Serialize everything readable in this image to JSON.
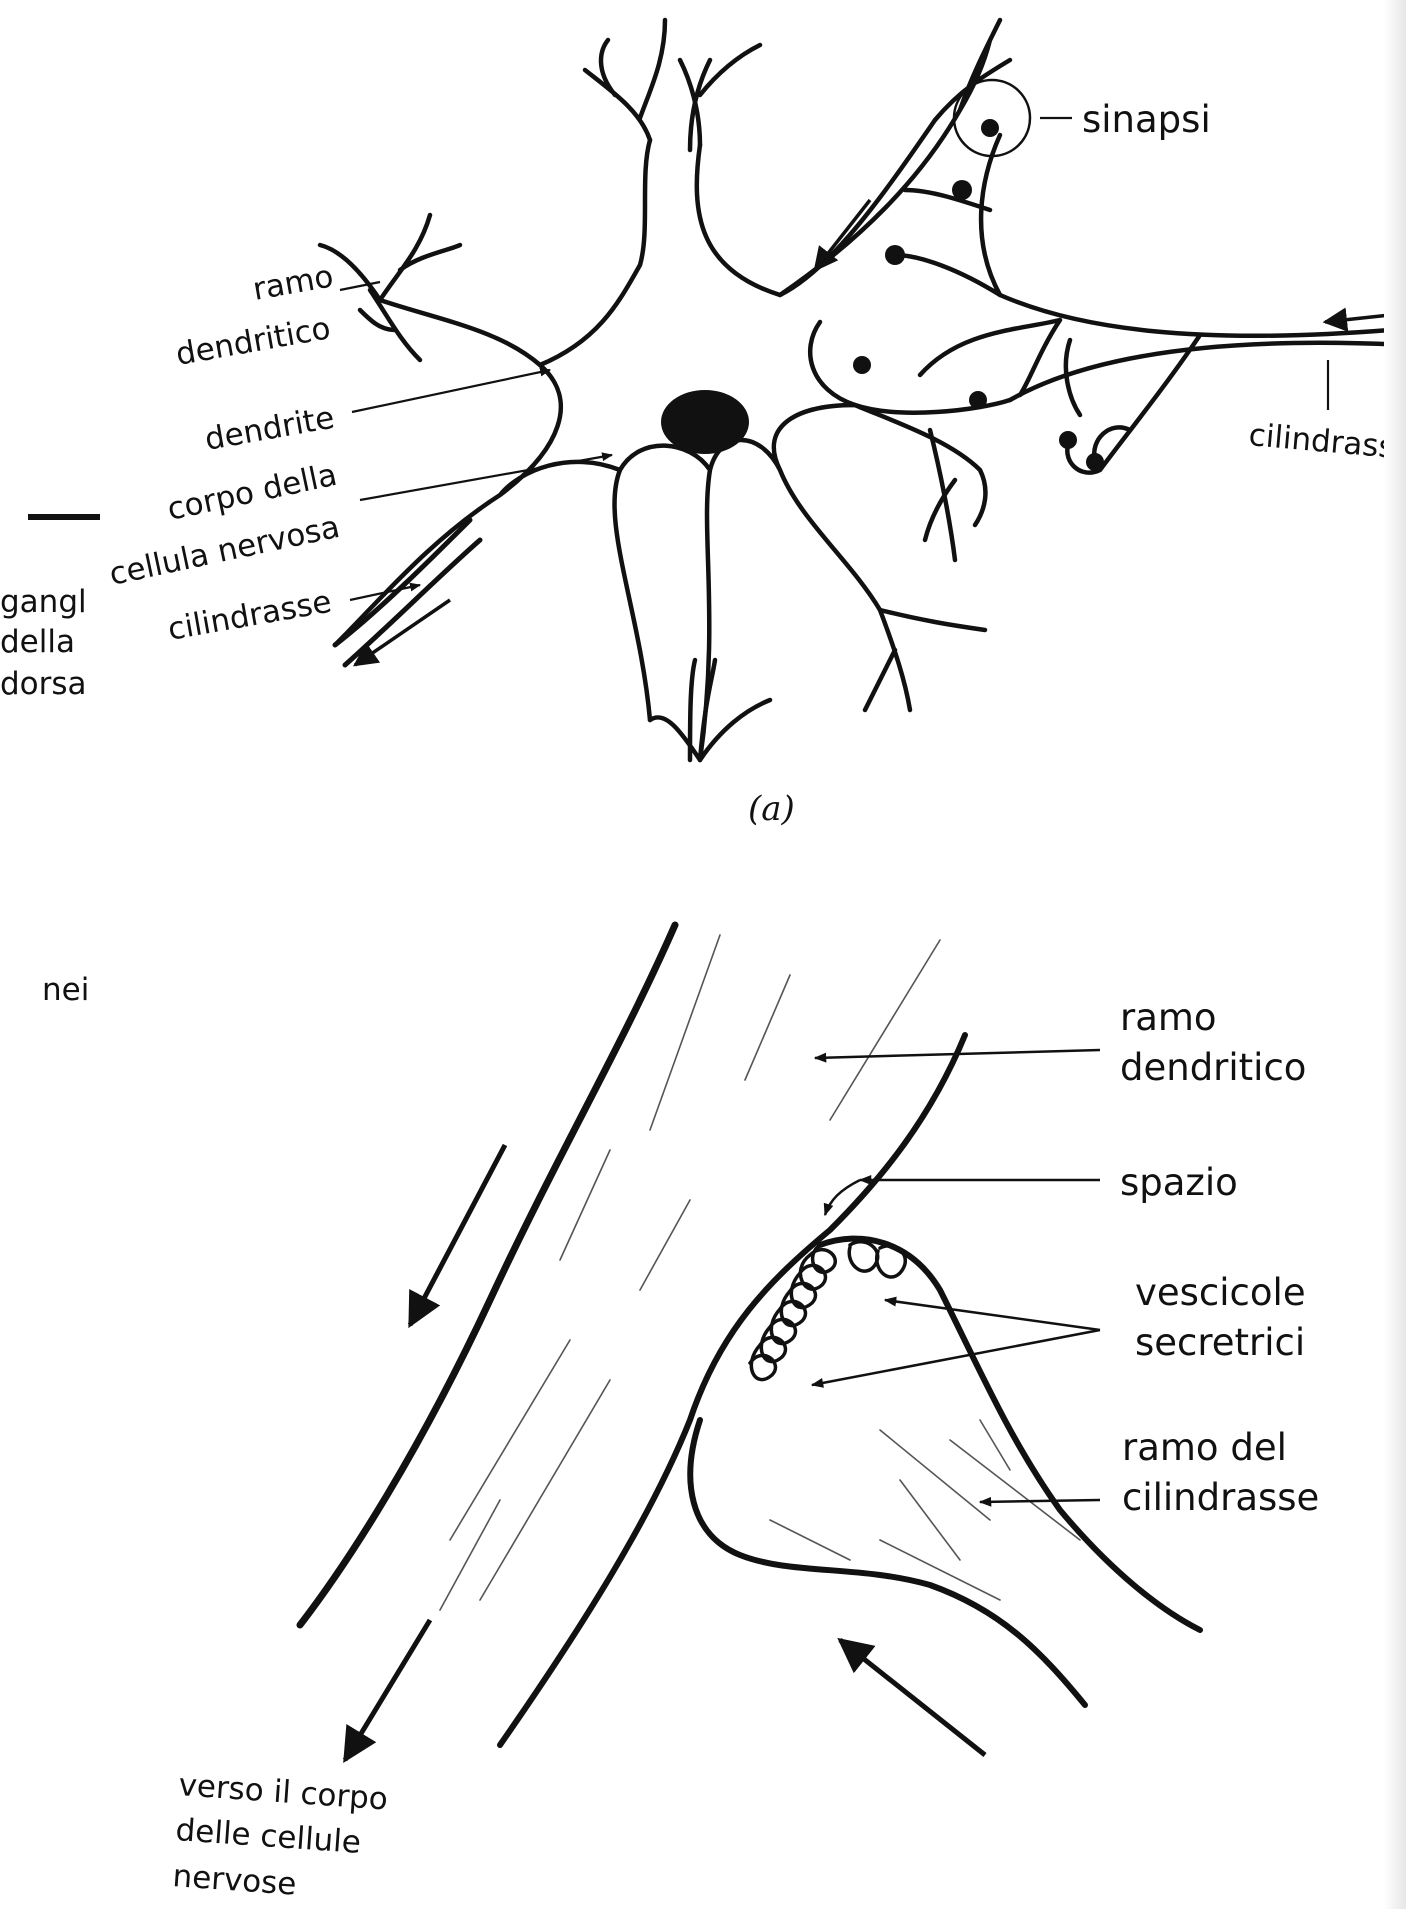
{
  "figure_a": {
    "caption": "(a)",
    "labels": {
      "ramo": "ramo",
      "dendritico": "dendritico",
      "dendrite": "dendrite",
      "corpo_della": "corpo della",
      "cellula_nervosa": "cellula nervosa",
      "cilindrasse_left": "cilindrasse",
      "sinapsi": "sinapsi",
      "cilindrasse_right": "cilindrasse"
    },
    "margin_text": [
      "gangl",
      "della",
      "dorsa"
    ]
  },
  "figure_b": {
    "margin_text": "nei",
    "labels": {
      "ramo": "ramo",
      "dendritico": "dendritico",
      "spazio": "spazio",
      "vescicole": "vescicole",
      "secretrici": "secretrici",
      "ramo_del": "ramo del",
      "cilindrasse": "cilindrasse",
      "verso_il_corpo": "verso il corpo",
      "delle_cellule": "delle cellule",
      "nervose": "nervose"
    }
  },
  "colors": {
    "ink": "#111111",
    "paper": "#ffffff"
  }
}
